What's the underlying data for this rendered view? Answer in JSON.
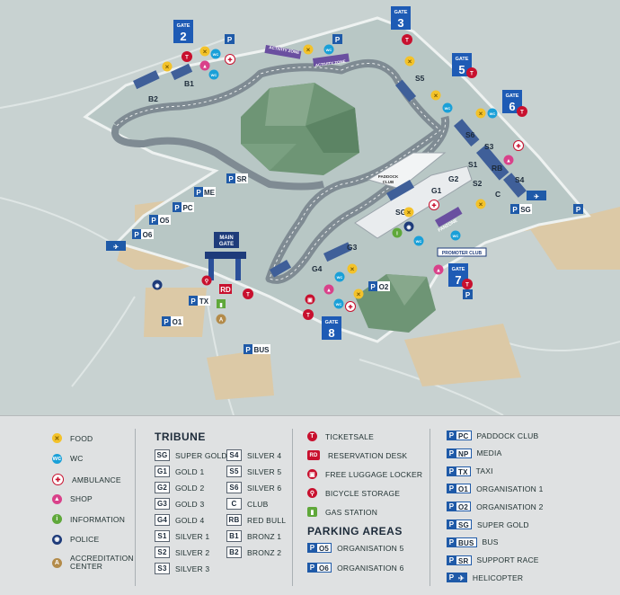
{
  "gates": [
    {
      "id": "gate-2",
      "label": "GATE",
      "num": "2"
    },
    {
      "id": "gate-3",
      "label": "GATE",
      "num": "3"
    },
    {
      "id": "gate-5",
      "label": "GATE",
      "num": "5"
    },
    {
      "id": "gate-6",
      "label": "GATE",
      "num": "6"
    },
    {
      "id": "gate-7",
      "label": "GATE",
      "num": "7"
    },
    {
      "id": "gate-8",
      "label": "GATE",
      "num": "8"
    }
  ],
  "main_gate": {
    "line1": "MAIN",
    "line2": "GATE"
  },
  "zones": {
    "activity_1": "ACTIVITY ZONE",
    "activity_2": "ACTIVITY ZONE",
    "fanzone": "FANZONE",
    "promoter": "PROMOTER CLUB",
    "paddock_1": "PADDOCK",
    "paddock_2": "CLUB"
  },
  "tribune_labels": [
    "B1",
    "B2",
    "S5",
    "S6",
    "S3",
    "S1",
    "S2",
    "RB",
    "S4",
    "C",
    "G1",
    "G2",
    "SG",
    "G3",
    "G4"
  ],
  "parking_map": {
    "p": "P",
    "sr": "SR",
    "me": "ME",
    "pc": "PC",
    "o5": "O5",
    "o6": "O6",
    "sg": "SG",
    "o2": "O2",
    "tx": "TX",
    "rd": "RD",
    "o1": "O1",
    "bus": "BUS"
  },
  "legend": {
    "services": [
      {
        "icon": "food-icon",
        "label": "FOOD",
        "color": "#f3c22a",
        "glyph": "✕"
      },
      {
        "icon": "wc-icon",
        "label": "WC",
        "color": "#1aa0d8",
        "glyph": "wc"
      },
      {
        "icon": "ambulance-icon",
        "label": "AMBULANCE",
        "color": "#ffffff",
        "glyph": "✚"
      },
      {
        "icon": "shop-icon",
        "label": "SHOP",
        "color": "#d9418a",
        "glyph": "▲"
      },
      {
        "icon": "information-icon",
        "label": "INFORMATION",
        "color": "#5fa83a",
        "glyph": "i"
      },
      {
        "icon": "police-icon",
        "label": "POLICE",
        "color": "#1e3b7a",
        "glyph": "◉"
      },
      {
        "icon": "accreditation-icon",
        "label": "ACCREDITATION",
        "label2": "CENTER",
        "color": "#b38b4a",
        "glyph": "A"
      }
    ],
    "tribune_title": "TRIBUNE",
    "tribune_left": [
      {
        "code": "SG",
        "label": "SUPER GOLD"
      },
      {
        "code": "G1",
        "label": "GOLD 1"
      },
      {
        "code": "G2",
        "label": "GOLD 2"
      },
      {
        "code": "G3",
        "label": "GOLD 3"
      },
      {
        "code": "G4",
        "label": "GOLD 4"
      },
      {
        "code": "S1",
        "label": "SILVER 1"
      },
      {
        "code": "S2",
        "label": "SILVER 2"
      },
      {
        "code": "S3",
        "label": "SILVER 3"
      }
    ],
    "tribune_right": [
      {
        "code": "S4",
        "label": "SILVER 4"
      },
      {
        "code": "S5",
        "label": "SILVER 5"
      },
      {
        "code": "S6",
        "label": "SILVER 6"
      },
      {
        "code": "C",
        "label": "CLUB"
      },
      {
        "code": "RB",
        "label": "RED BULL"
      },
      {
        "code": "B1",
        "label": "BRONZ 1"
      },
      {
        "code": "B2",
        "label": "BRONZ 2"
      }
    ],
    "facilities": [
      {
        "icon": "ticketsale-icon",
        "label": "TICKETSALE",
        "color": "#c8102e",
        "glyph": "T"
      },
      {
        "icon": "reservation-desk-icon",
        "label": "RESERVATION DESK",
        "color": "#c8102e",
        "glyph": "RD"
      },
      {
        "icon": "luggage-locker-icon",
        "label": "FREE LUGGAGE LOCKER",
        "color": "#c8102e",
        "glyph": "▣"
      },
      {
        "icon": "bicycle-icon",
        "label": "BICYCLE STORAGE",
        "color": "#c8102e",
        "glyph": "⚲"
      },
      {
        "icon": "gas-station-icon",
        "label": "GAS STATION",
        "color": "#5fa83a",
        "glyph": "▮"
      }
    ],
    "parking_title": "PARKING AREAS",
    "parking_mid": [
      {
        "code": "O5",
        "label": "ORGANISATION 5"
      },
      {
        "code": "O6",
        "label": "ORGANISATION 6"
      }
    ],
    "parking_right": [
      {
        "code": "PC",
        "label": "PADDOCK CLUB"
      },
      {
        "code": "NP",
        "label": "MEDIA"
      },
      {
        "code": "TX",
        "label": "TAXI"
      },
      {
        "code": "O1",
        "label": "ORGANISATION 1"
      },
      {
        "code": "O2",
        "label": "ORGANISATION 2"
      },
      {
        "code": "SG",
        "label": "SUPER GOLD"
      },
      {
        "code": "BUS",
        "label": "BUS"
      },
      {
        "code": "SR",
        "label": "SUPPORT RACE"
      },
      {
        "code": "✈",
        "label": "HELICOPTER"
      }
    ],
    "p_letter": "P"
  }
}
